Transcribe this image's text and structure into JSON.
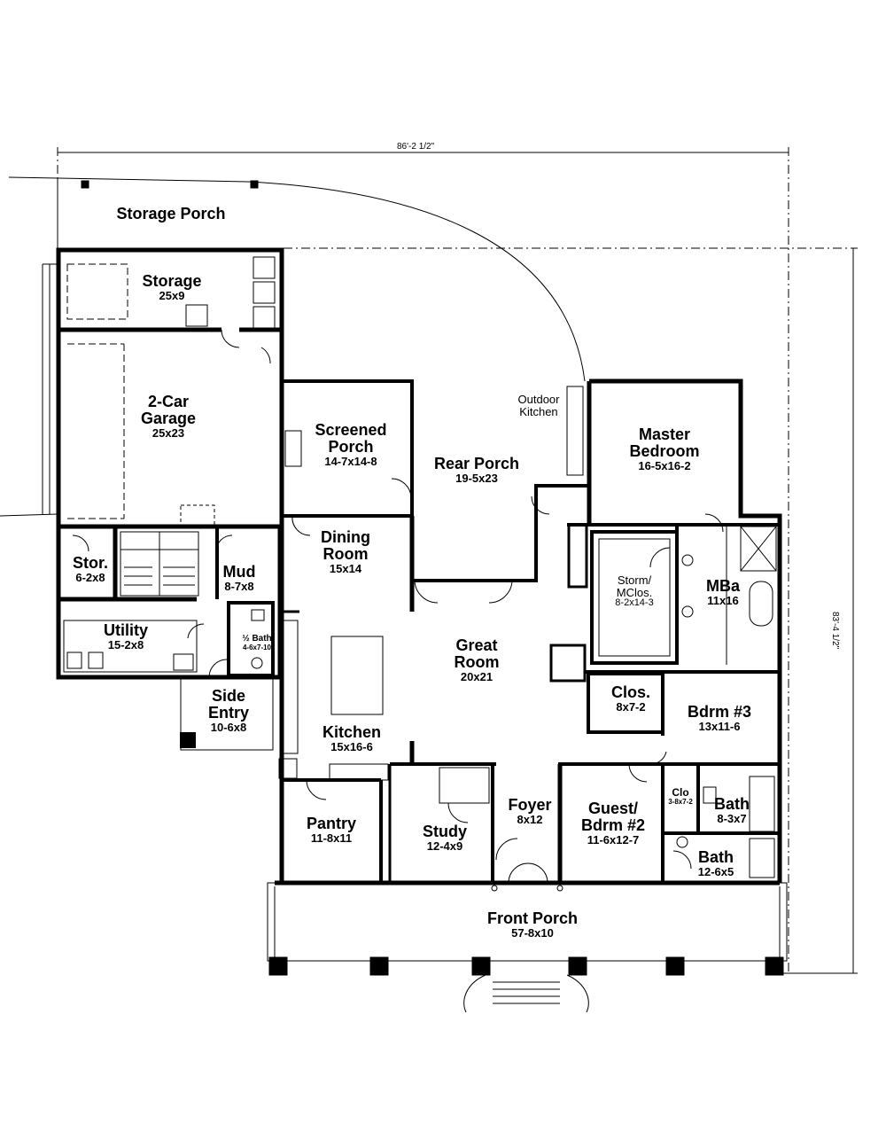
{
  "dimensions": {
    "overall_width": "86'-2 1/2\"",
    "overall_depth": "83'-4 1/2\""
  },
  "rooms": {
    "storage_porch": {
      "name": "Storage Porch",
      "size": ""
    },
    "storage": {
      "name": "Storage",
      "size": "25x9"
    },
    "garage": {
      "name": "2-Car\nGarage",
      "size": "25x23"
    },
    "screened_porch": {
      "name": "Screened\nPorch",
      "size": "14-7x14-8"
    },
    "rear_porch": {
      "name": "Rear Porch",
      "size": "19-5x23"
    },
    "outdoor_kitchen": {
      "name": "Outdoor\nKitchen",
      "size": ""
    },
    "master_bedroom": {
      "name": "Master\nBedroom",
      "size": "16-5x16-2"
    },
    "stor": {
      "name": "Stor.",
      "size": "6-2x8"
    },
    "mud": {
      "name": "Mud",
      "size": "8-7x8"
    },
    "dining_room": {
      "name": "Dining\nRoom",
      "size": "15x14"
    },
    "storm_closet": {
      "name": "Storm/\nMClos.",
      "size": "8-2x14-3"
    },
    "mba": {
      "name": "MBa",
      "size": "11x16"
    },
    "utility": {
      "name": "Utility",
      "size": "15-2x8"
    },
    "half_bath": {
      "name": "½ Bath",
      "size": "4-6x7-10"
    },
    "great_room": {
      "name": "Great\nRoom",
      "size": "20x21"
    },
    "side_entry": {
      "name": "Side\nEntry",
      "size": "10-6x8"
    },
    "clos": {
      "name": "Clos.",
      "size": "8x7-2"
    },
    "bdrm3": {
      "name": "Bdrm #3",
      "size": "13x11-6"
    },
    "kitchen": {
      "name": "Kitchen",
      "size": "15x16-6"
    },
    "clo_small": {
      "name": "Clo",
      "size": "3-8x7-2"
    },
    "bath_a": {
      "name": "Bath",
      "size": "8-3x7"
    },
    "pantry": {
      "name": "Pantry",
      "size": "11-8x11"
    },
    "study": {
      "name": "Study",
      "size": "12-4x9"
    },
    "foyer": {
      "name": "Foyer",
      "size": "8x12"
    },
    "guest_bdrm2": {
      "name": "Guest/\nBdrm #2",
      "size": "11-6x12-7"
    },
    "bath_b": {
      "name": "Bath",
      "size": "12-6x5"
    },
    "front_porch": {
      "name": "Front Porch",
      "size": "57-8x10"
    }
  }
}
